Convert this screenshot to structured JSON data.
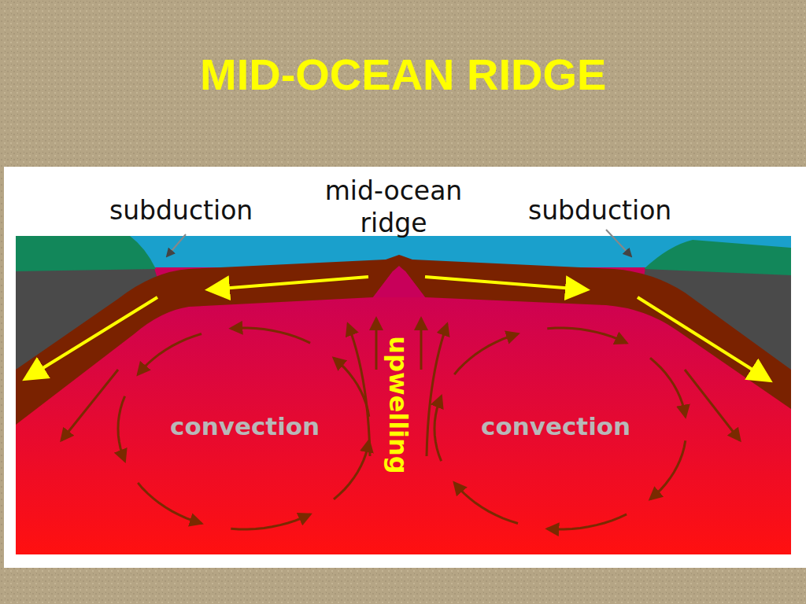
{
  "diagram": {
    "title": "MID-OCEAN RIDGE",
    "labels": [
      "subduction",
      "mid-ocean ridge",
      "subduction",
      "upwelling",
      "convection",
      "convection"
    ]
  }
}
